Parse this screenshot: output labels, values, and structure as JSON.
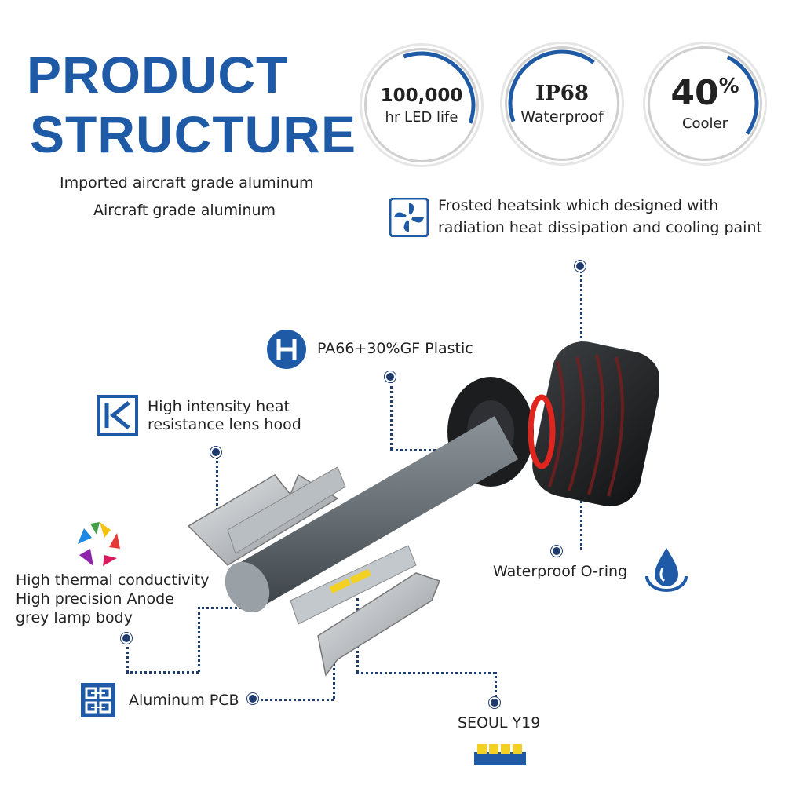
{
  "header": {
    "line1": "PRODUCT",
    "line2": "STRUCTURE"
  },
  "materials": {
    "line1": "Imported aircraft grade aluminum",
    "line2": "Aircraft grade aluminum"
  },
  "badges": [
    {
      "top": "100,000",
      "bottom": "hr LED life"
    },
    {
      "top": "IP68",
      "bottom": "Waterproof"
    },
    {
      "top": "40",
      "top_suffix": "%",
      "bottom": "Cooler"
    }
  ],
  "callouts": {
    "heatsink": {
      "line1": "Frosted heatsink which designed with",
      "line2": "radiation heat dissipation and cooling paint"
    },
    "plastic": "PA66+30%GF Plastic",
    "lens": {
      "line1": "High intensity heat",
      "line2": "resistance lens hood"
    },
    "body": {
      "line1": "High thermal conductivity",
      "line2": "High precision Anode",
      "line3": "grey lamp body"
    },
    "oring": "Waterproof O-ring",
    "pcb": "Aluminum PCB",
    "chip": "SEOUL Y19"
  },
  "colors": {
    "brand_blue": "#1f5aa6",
    "dark_blue": "#1f3c6e",
    "chip_yellow": "#f2d024"
  },
  "icons": [
    "fan-icon",
    "plastic-icon",
    "lens-hood-icon",
    "color-ring-icon",
    "water-drop-icon",
    "pcb-icon",
    "chip-icon"
  ]
}
